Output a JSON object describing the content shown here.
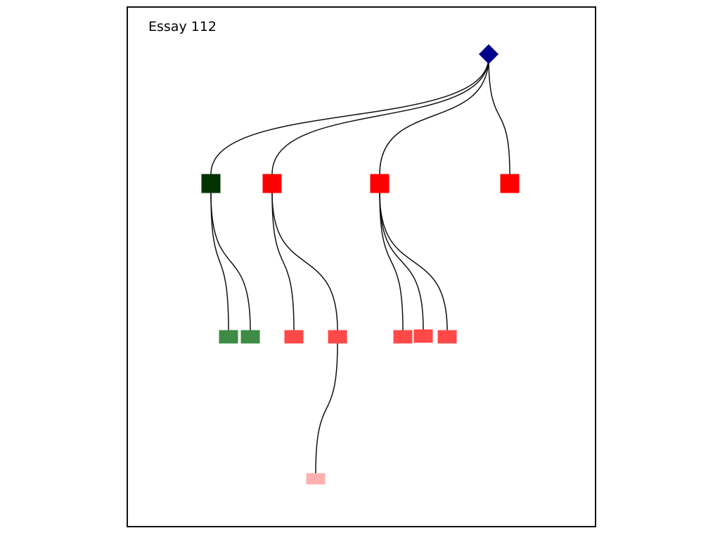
{
  "title": "Essay 112",
  "colors": {
    "root": "#00008b",
    "dark_green": "#003300",
    "green": "#3d8b45",
    "red": "#ff0000",
    "light_red": "#ff4848",
    "pink": "#ffb0b0",
    "edge": "#111111"
  },
  "tree": {
    "nodes": [
      {
        "id": "root",
        "shape": "diamond",
        "color": "root",
        "depth": 0
      },
      {
        "id": "n1",
        "shape": "square",
        "color": "dark_green",
        "depth": 1,
        "parent": "root"
      },
      {
        "id": "n2",
        "shape": "square",
        "color": "red",
        "depth": 1,
        "parent": "root"
      },
      {
        "id": "n3",
        "shape": "square",
        "color": "red",
        "depth": 1,
        "parent": "root"
      },
      {
        "id": "n4",
        "shape": "square",
        "color": "red",
        "depth": 1,
        "parent": "root"
      },
      {
        "id": "n1a",
        "shape": "rect",
        "color": "green",
        "depth": 2,
        "parent": "n1"
      },
      {
        "id": "n1b",
        "shape": "rect",
        "color": "green",
        "depth": 2,
        "parent": "n1"
      },
      {
        "id": "n2a",
        "shape": "rect",
        "color": "light_red",
        "depth": 2,
        "parent": "n2"
      },
      {
        "id": "n2b",
        "shape": "rect",
        "color": "light_red",
        "depth": 2,
        "parent": "n2"
      },
      {
        "id": "n3a",
        "shape": "rect",
        "color": "light_red",
        "depth": 2,
        "parent": "n3"
      },
      {
        "id": "n3b",
        "shape": "rect",
        "color": "light_red",
        "depth": 2,
        "parent": "n3"
      },
      {
        "id": "n3c",
        "shape": "rect",
        "color": "light_red",
        "depth": 2,
        "parent": "n3"
      },
      {
        "id": "n2b1",
        "shape": "rect",
        "color": "pink",
        "depth": 3,
        "parent": "n2b"
      }
    ]
  }
}
